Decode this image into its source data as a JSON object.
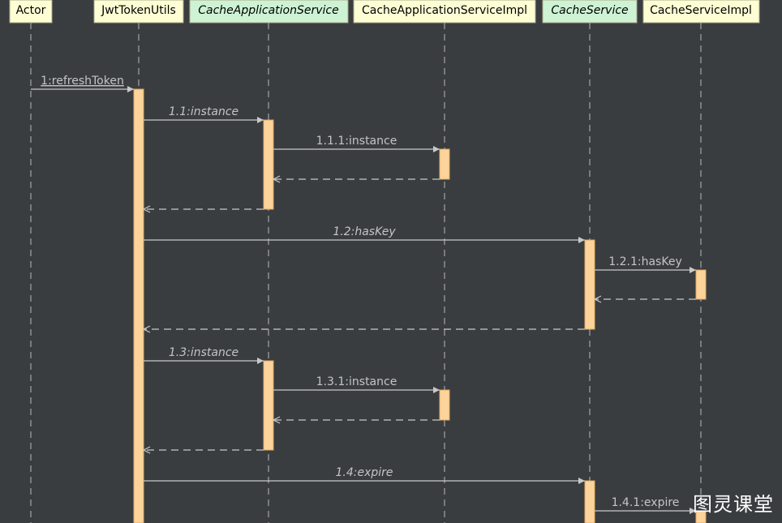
{
  "lifelines": [
    {
      "id": "actor",
      "label": "Actor",
      "kind": "class"
    },
    {
      "id": "jwt",
      "label": "JwtTokenUtils",
      "kind": "class"
    },
    {
      "id": "cas",
      "label": "CacheApplicationService",
      "kind": "interface"
    },
    {
      "id": "casi",
      "label": "CacheApplicationServiceImpl",
      "kind": "class"
    },
    {
      "id": "cs",
      "label": "CacheService",
      "kind": "interface"
    },
    {
      "id": "csi",
      "label": "CacheServiceImpl",
      "kind": "class"
    }
  ],
  "messages": [
    {
      "label": "1:refreshToken",
      "from": "actor",
      "to": "jwt",
      "type": "call"
    },
    {
      "label": "1.1:instance",
      "from": "jwt",
      "to": "cas",
      "type": "call"
    },
    {
      "label": "1.1.1:instance",
      "from": "cas",
      "to": "casi",
      "type": "call"
    },
    {
      "label": "",
      "from": "casi",
      "to": "cas",
      "type": "return"
    },
    {
      "label": "",
      "from": "cas",
      "to": "jwt",
      "type": "return"
    },
    {
      "label": "1.2:hasKey",
      "from": "jwt",
      "to": "cs",
      "type": "call"
    },
    {
      "label": "1.2.1:hasKey",
      "from": "cs",
      "to": "csi",
      "type": "call"
    },
    {
      "label": "",
      "from": "csi",
      "to": "cs",
      "type": "return"
    },
    {
      "label": "",
      "from": "cs",
      "to": "jwt",
      "type": "return"
    },
    {
      "label": "1.3:instance",
      "from": "jwt",
      "to": "cas",
      "type": "call"
    },
    {
      "label": "1.3.1:instance",
      "from": "cas",
      "to": "casi",
      "type": "call"
    },
    {
      "label": "",
      "from": "casi",
      "to": "cas",
      "type": "return"
    },
    {
      "label": "",
      "from": "cas",
      "to": "jwt",
      "type": "return"
    },
    {
      "label": "1.4:expire",
      "from": "jwt",
      "to": "cs",
      "type": "call"
    },
    {
      "label": "1.4.1:expire",
      "from": "cs",
      "to": "csi",
      "type": "call"
    }
  ],
  "watermark": "图灵课堂",
  "colors": {
    "background": "#3a3d40",
    "interface_box": "#cdf3d4",
    "class_box": "#fefed5",
    "activation": "#fcd39b",
    "message": "#c8c8c8"
  }
}
